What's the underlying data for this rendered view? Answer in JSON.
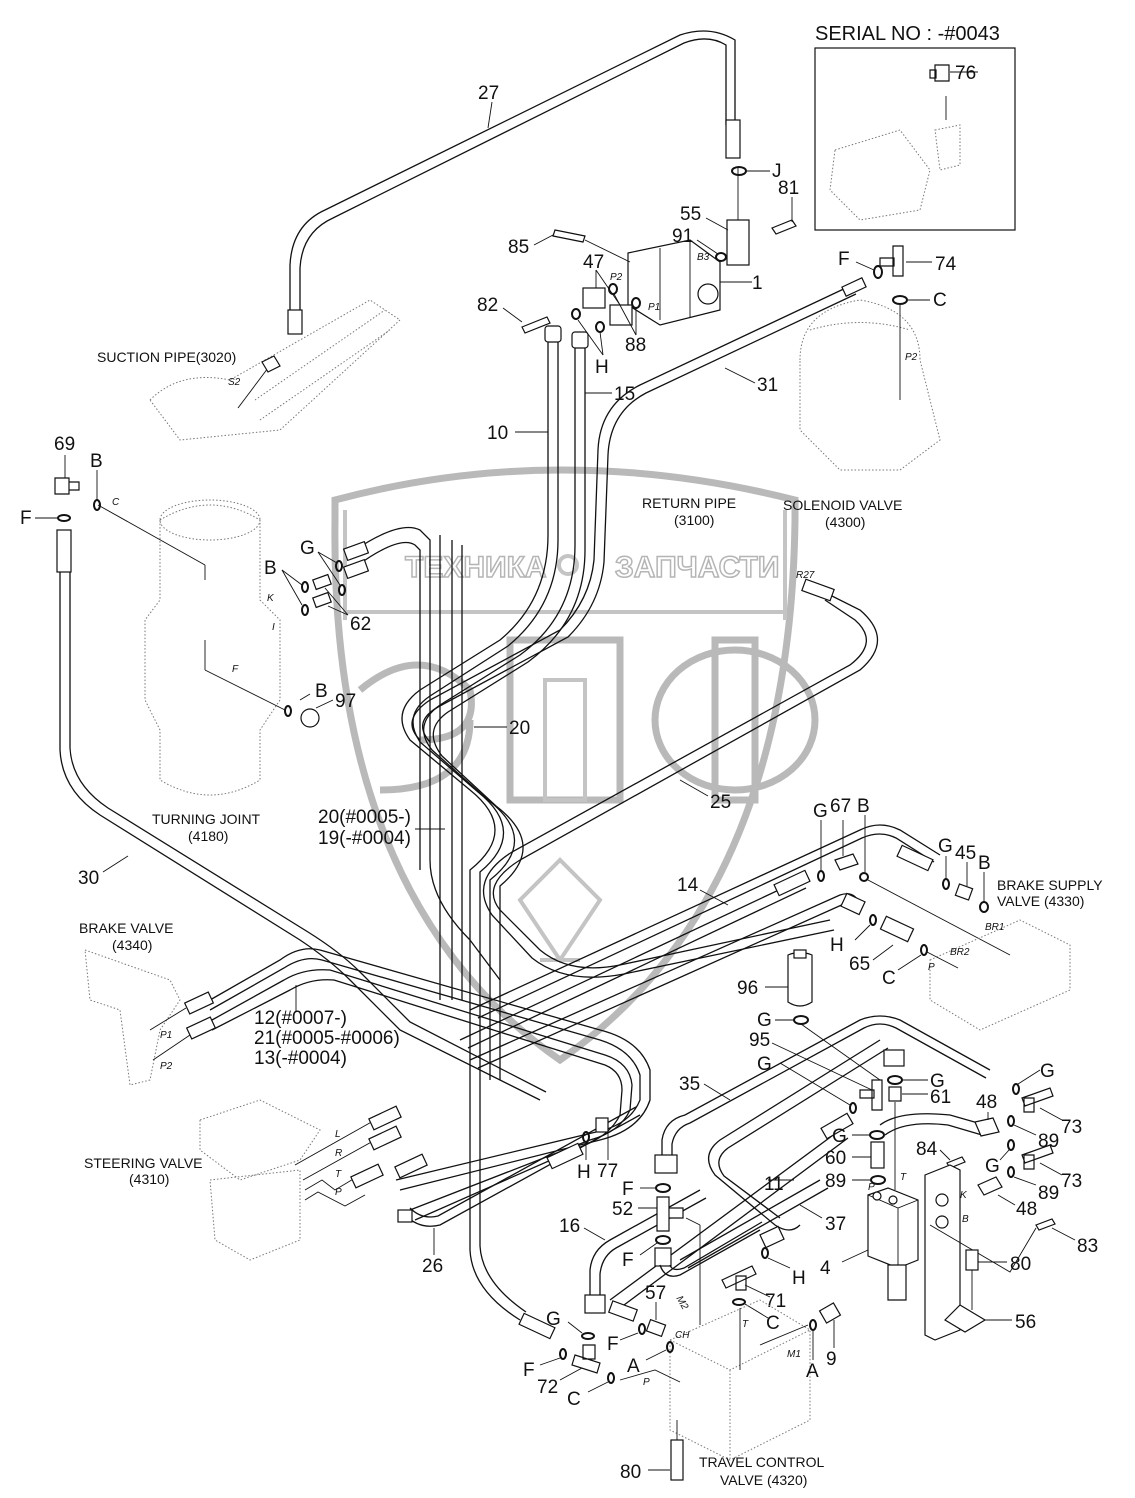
{
  "serial_note": "SERIAL NO : -#0043",
  "watermark": {
    "line1_left": "ТЕХНИКА",
    "line1_right": "ЗАПЧАСТИ",
    "logo": "ЗПФ",
    "color": "#b9b9b9"
  },
  "components": {
    "suction_pipe": "SUCTION PIPE(3020)",
    "return_pipe": [
      "RETURN PIPE",
      "(3100)"
    ],
    "solenoid_valve": [
      "SOLENOID VALVE",
      "(4300)"
    ],
    "turning_joint": [
      "TURNING JOINT",
      "(4180)"
    ],
    "brake_valve": [
      "BRAKE VALVE",
      "(4340)"
    ],
    "brake_supply_valve": [
      "BRAKE SUPPLY",
      "VALVE (4330)"
    ],
    "steering_valve": [
      "STEERING VALVE",
      "(4310)"
    ],
    "travel_control_valve": [
      "TRAVEL CONTROL",
      "VALVE (4320)"
    ]
  },
  "callouts": {
    "n27": "27",
    "n76": "76",
    "n81": "81",
    "n55": "55",
    "n91": "91",
    "n85": "85",
    "n47": "47",
    "n1": "1",
    "n82": "82",
    "n88": "88",
    "n74": "74",
    "n31": "31",
    "n15": "15",
    "n10": "10",
    "n69": "69",
    "n62": "62",
    "n97": "97",
    "n20": "20",
    "n25": "25",
    "n20_19": [
      "20(#0005-)",
      "19(-#0004)"
    ],
    "n30": "30",
    "n14": "14",
    "n67": "67",
    "n45": "45",
    "n65": "65",
    "n96": "96",
    "n12_21_13": [
      "12(#0007-)",
      "21(#0005-#0006)",
      "13(-#0004)"
    ],
    "n95": "95",
    "n61": "61",
    "n35": "35",
    "n48a": "48",
    "n73a": "73",
    "n89a": "89",
    "n84": "84",
    "n60": "60",
    "n89b": "89",
    "n73b": "73",
    "n89c": "89",
    "n48b": "48",
    "n77": "77",
    "n11": "11",
    "n37": "37",
    "n83": "83",
    "n26": "26",
    "n52": "52",
    "n16": "16",
    "n4": "4",
    "n80a": "80",
    "n71": "71",
    "n57": "57",
    "n9": "9",
    "n56": "56",
    "n72": "72",
    "n80b": "80"
  },
  "seals": {
    "J": "J",
    "F_74": "F",
    "C_74": "C",
    "H_pump": "H",
    "B_69": "B",
    "F_69": "F",
    "G_62": "G",
    "B_62": "B",
    "B_97": "B",
    "G_67": "G",
    "B_67": "B",
    "G_45": "G",
    "B_45": "B",
    "H_65": "H",
    "C_65": "C",
    "G_96": "G",
    "G_95": "G",
    "G_61": "G",
    "G_60": "G",
    "G_73a": "G",
    "G_73b": "G",
    "H_77": "H",
    "F_52a": "F",
    "F_52b": "F",
    "H_71": "H",
    "C_71": "C",
    "G_72": "G",
    "F_72": "F",
    "C_72": "C",
    "A_57": "A",
    "A_9": "A"
  },
  "ports": {
    "S2": "S2",
    "P2": "P2",
    "P1": "P1",
    "B3": "B3",
    "P_sol": "P2",
    "C_tj": "C",
    "K_tj": "K",
    "I_tj": "I",
    "F_tj": "F",
    "R27": "R27",
    "BR1": "BR1",
    "BR2": "BR2",
    "P_bs": "P",
    "P1_bv": "P1",
    "P2_bv": "P2",
    "L_sv": "L",
    "R_sv": "R",
    "T_sv": "T",
    "P_sv": "P",
    "M2": "M2",
    "CH": "CH",
    "P_tc": "P",
    "T_tc": "T",
    "M1": "M1",
    "P_4": "P",
    "T_4": "T",
    "K_4": "K",
    "B_4": "B"
  }
}
